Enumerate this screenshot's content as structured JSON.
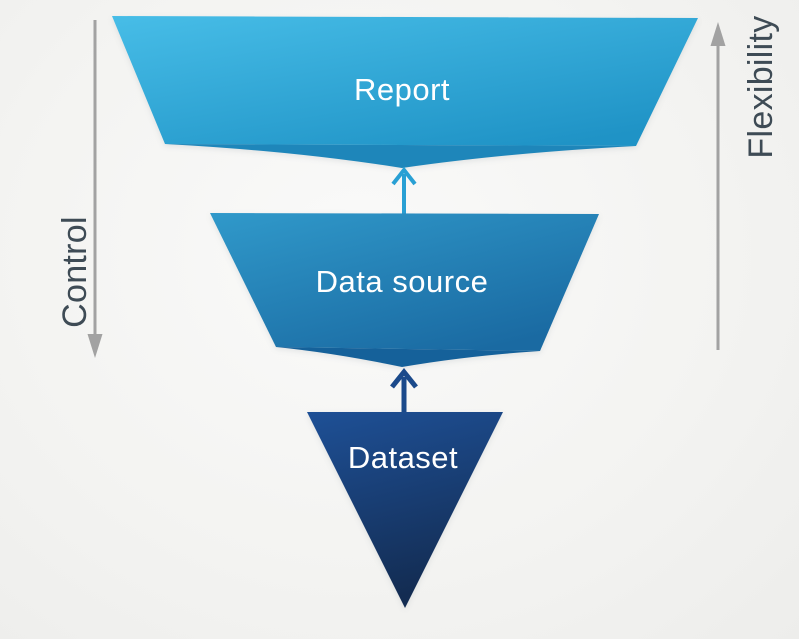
{
  "diagram": {
    "type": "inverted-funnel",
    "levels": [
      {
        "label": "Report",
        "text_color": "#ffffff",
        "gradient_start": "#47bde7",
        "gradient_end": "#1f93c6",
        "fold_color": "#1e86ba"
      },
      {
        "label": "Data source",
        "text_color": "#ffffff",
        "gradient_start": "#3099ca",
        "gradient_end": "#1a6aa2",
        "fold_color": "#15619a"
      },
      {
        "label": "Dataset",
        "text_color": "#ffffff",
        "gradient_start": "#1e5096",
        "gradient_end": "#132c52"
      }
    ],
    "flow_arrows": [
      {
        "name": "data-source-to-report",
        "direction": "up",
        "color": "#29a0d4"
      },
      {
        "name": "dataset-to-data-source",
        "direction": "up",
        "color": "#1b4a8b"
      }
    ]
  },
  "axes": {
    "left": {
      "label": "Control",
      "direction": "down",
      "line_color": "#a2a2a2",
      "text_color": "#3e4b55"
    },
    "right": {
      "label": "Flexibility",
      "direction": "up",
      "line_color": "#a2a2a2",
      "text_color": "#3e4b55"
    }
  }
}
